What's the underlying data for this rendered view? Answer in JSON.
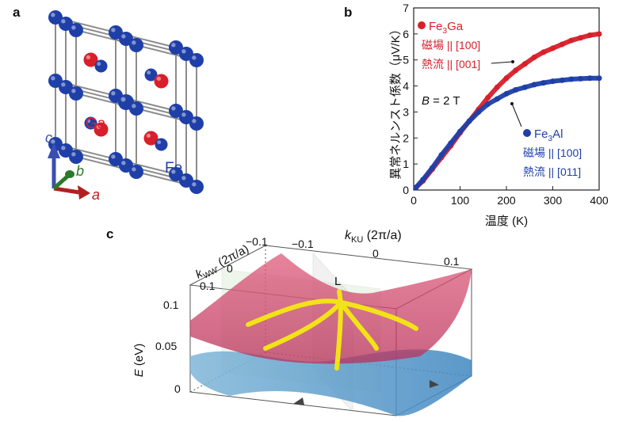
{
  "panels": {
    "a": {
      "label": "a",
      "atoms": {
        "ga": "Ga",
        "fe": "Fe"
      },
      "axes": {
        "c": "c",
        "b": "b",
        "a": "a"
      },
      "colors": {
        "fe": "#1f3fa8",
        "ga": "#d81f2a",
        "bond": "#8c8c8c"
      }
    },
    "b": {
      "label": "b",
      "legend": {
        "s1": {
          "name_prefix": "Fe",
          "name_sub": "3",
          "name_suffix": "Ga",
          "line1": "磁場 || [100]",
          "line2": "熱流 || [001]"
        },
        "s2": {
          "name_prefix": "Fe",
          "name_sub": "3",
          "name_suffix": "Al",
          "line1": "磁場 || [100]",
          "line2": "熱流 || [011]"
        }
      },
      "field": {
        "italic": "B",
        "rest": " = 2 T"
      },
      "chart_data": {
        "type": "scatter",
        "xlabel": "温度 (K)",
        "ylabel": "異常ネルンスト係数（μV/K）",
        "xlim": [
          0,
          400
        ],
        "ylim": [
          0,
          7
        ],
        "xticks": [
          0,
          100,
          200,
          300,
          400
        ],
        "yticks": [
          0,
          1,
          2,
          3,
          4,
          5,
          6,
          7
        ],
        "grid": false,
        "series": [
          {
            "name": "Fe3Ga",
            "color": "#d81f2a",
            "x": [
              5,
              20,
              40,
              60,
              80,
              100,
              120,
              140,
              160,
              180,
              200,
              220,
              240,
              260,
              280,
              300,
              320,
              340,
              360,
              380,
              400
            ],
            "y": [
              0.1,
              0.35,
              0.8,
              1.25,
              1.7,
              2.2,
              2.65,
              3.1,
              3.55,
              3.95,
              4.3,
              4.6,
              4.85,
              5.1,
              5.3,
              5.45,
              5.6,
              5.75,
              5.85,
              5.95,
              6.0
            ]
          },
          {
            "name": "Fe3Al",
            "color": "#1f3fa8",
            "x": [
              5,
              20,
              40,
              60,
              80,
              100,
              120,
              140,
              160,
              180,
              200,
              220,
              240,
              260,
              280,
              300,
              320,
              340,
              360,
              380,
              400
            ],
            "y": [
              0.1,
              0.4,
              0.85,
              1.35,
              1.8,
              2.25,
              2.65,
              3.0,
              3.3,
              3.5,
              3.7,
              3.85,
              3.95,
              4.05,
              4.12,
              4.18,
              4.22,
              4.26,
              4.28,
              4.3,
              4.3
            ]
          }
        ]
      }
    },
    "c": {
      "label": "c",
      "axis_kku": {
        "prefix": "k",
        "sub": "KU",
        "suffix": " (2π/a)"
      },
      "axis_kww": {
        "prefix": "k",
        "sub": "WW'",
        "suffix": " (2π/a)"
      },
      "zlabel": {
        "italic": "E",
        "rest": " (eV)"
      },
      "kku_ticks": [
        "−0.1",
        "0",
        "0.1"
      ],
      "kww_ticks": [
        "−0.1",
        "0",
        "0.1"
      ],
      "e_ticks": [
        "0.1",
        "0.05",
        "0"
      ],
      "point_label": "L",
      "colors": {
        "upper": "#d9506f",
        "lower": "#4c92c8",
        "nodal": "#f2e318"
      }
    }
  }
}
